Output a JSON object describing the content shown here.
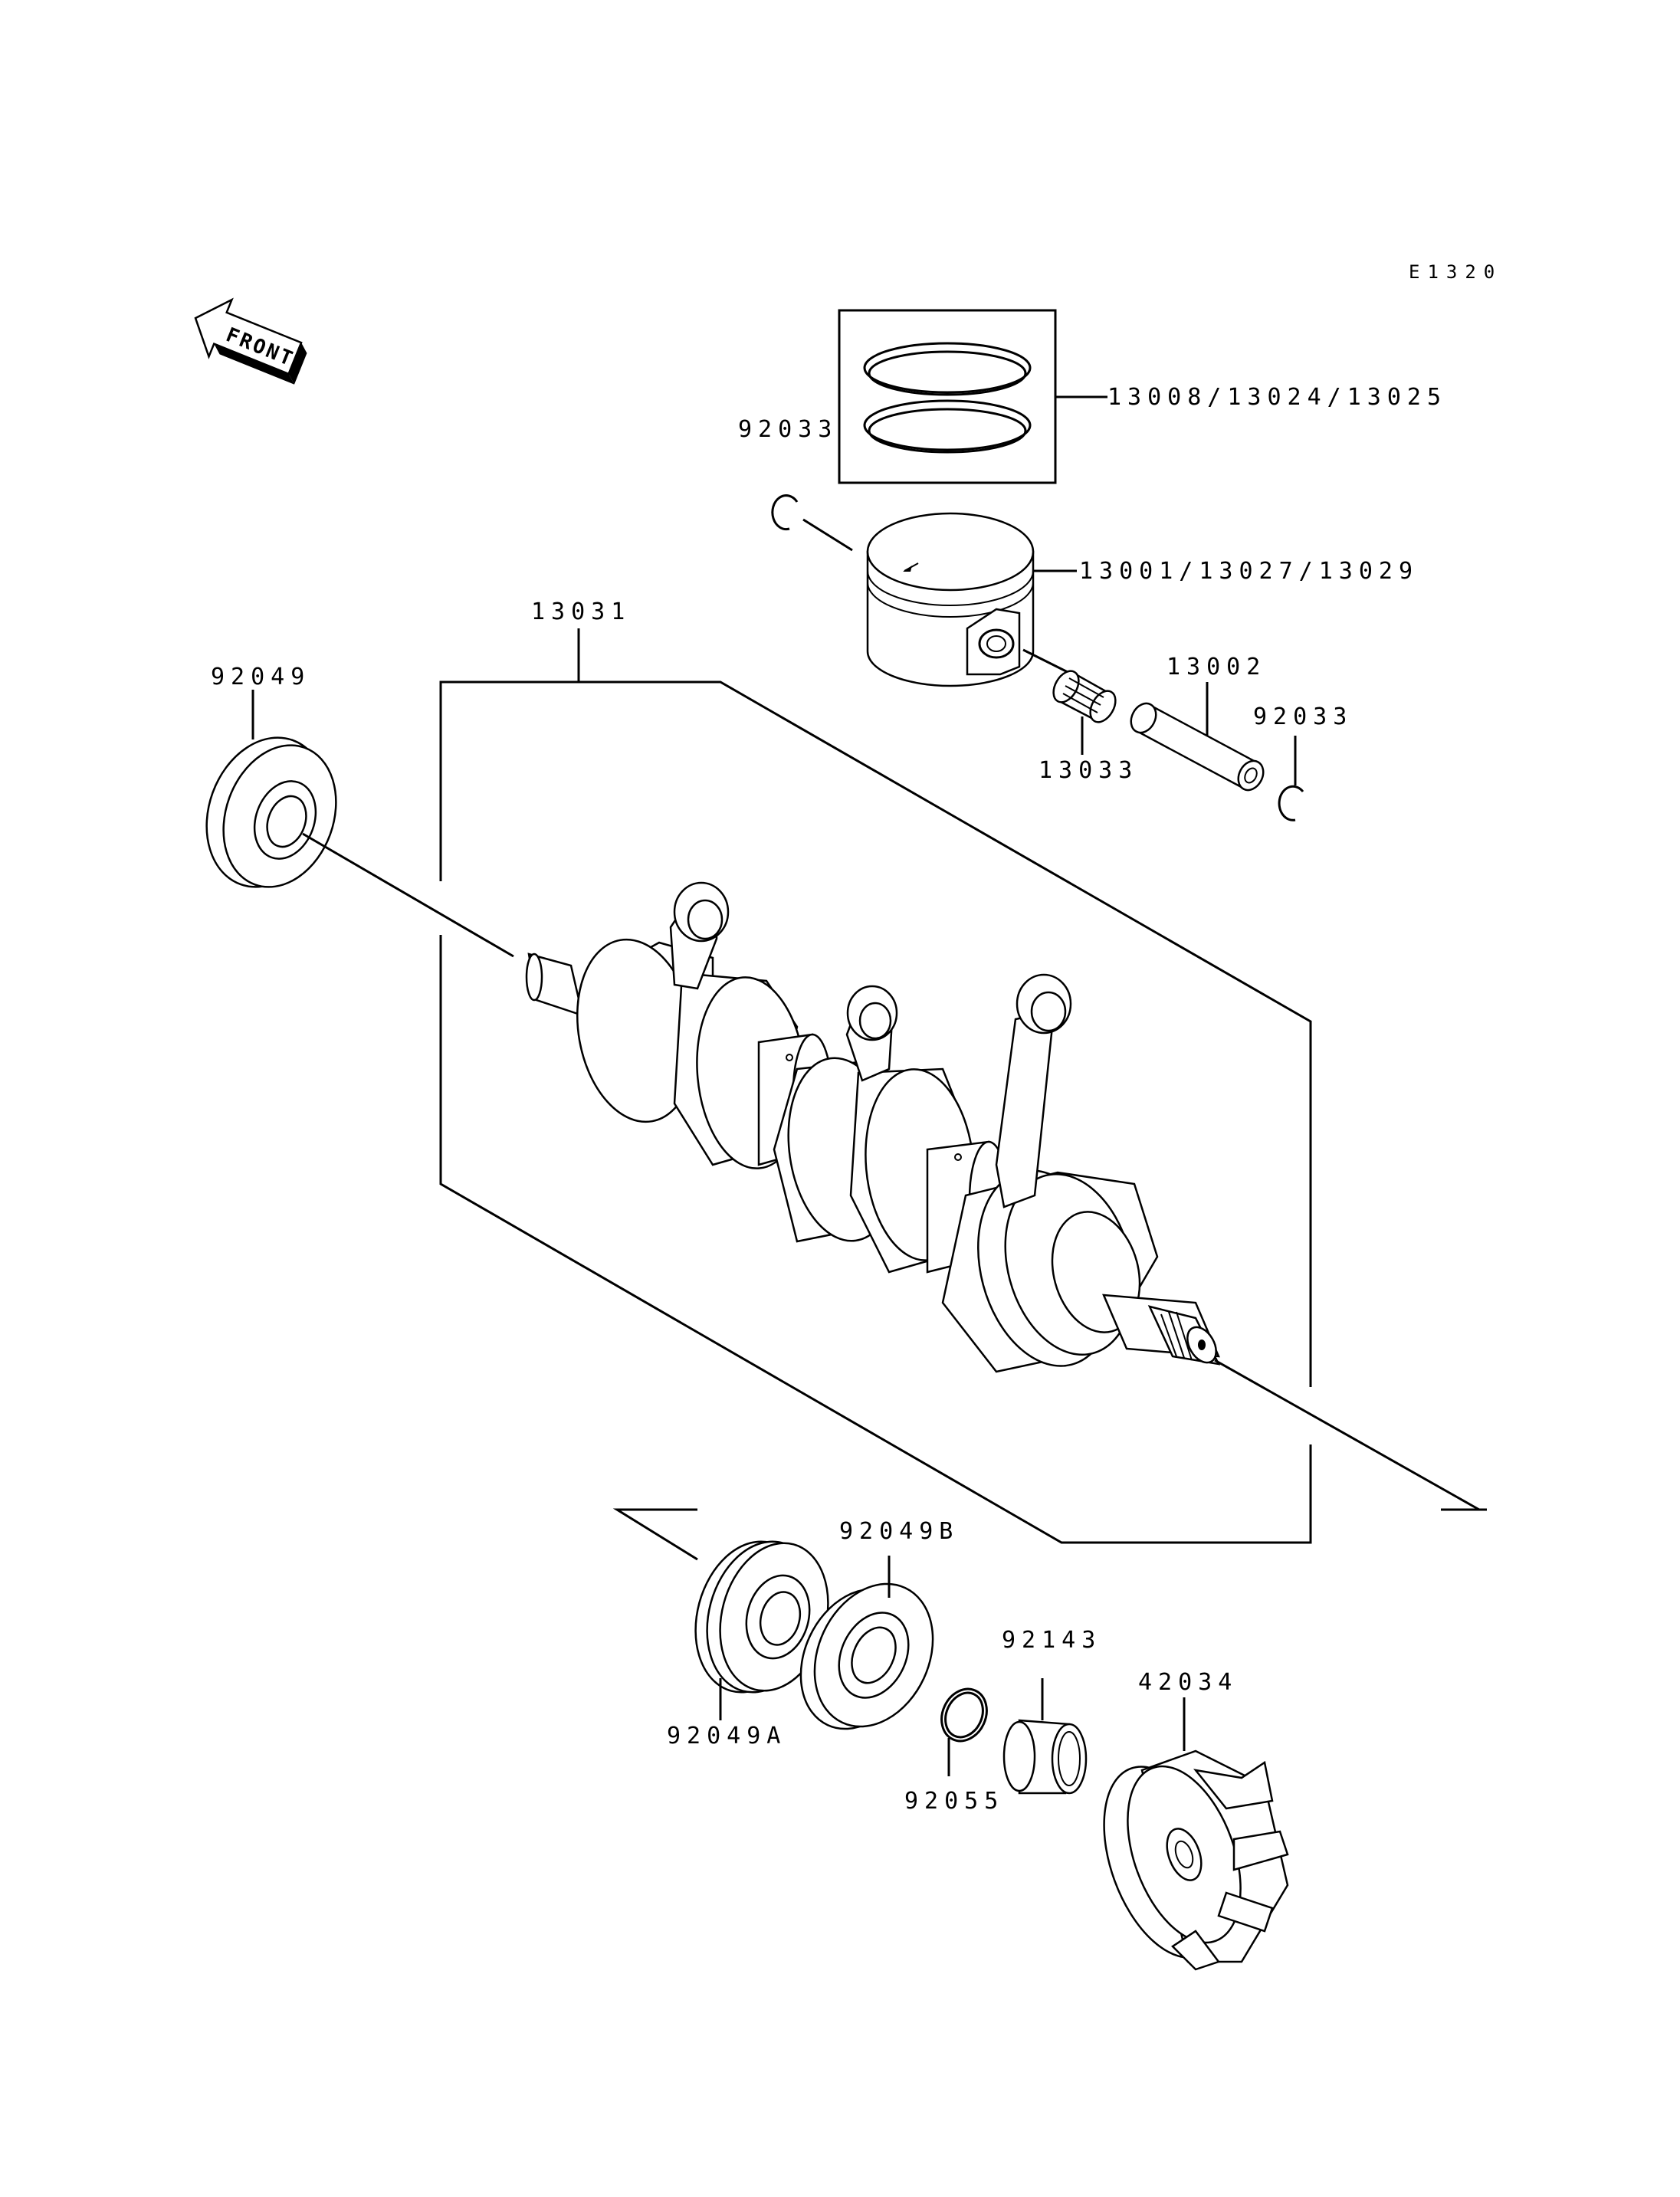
{
  "diagram_code": "E1320",
  "front_indicator": "FRONT",
  "labels": {
    "piston_ring": "13008/13024/13025",
    "piston": "13001/13027/13029",
    "circlip_left": "92033",
    "circlip_right": "92033",
    "crankshaft_assy": "13031",
    "oil_seal_left": "92049",
    "needle_bearing": "13033",
    "piston_pin": "13002",
    "oil_seal_b": "92049B",
    "oil_seal_a": "92049A",
    "collar": "92143",
    "o_ring": "92055",
    "coupling": "42034"
  },
  "colors": {
    "line": "#000000",
    "background": "#ffffff"
  }
}
